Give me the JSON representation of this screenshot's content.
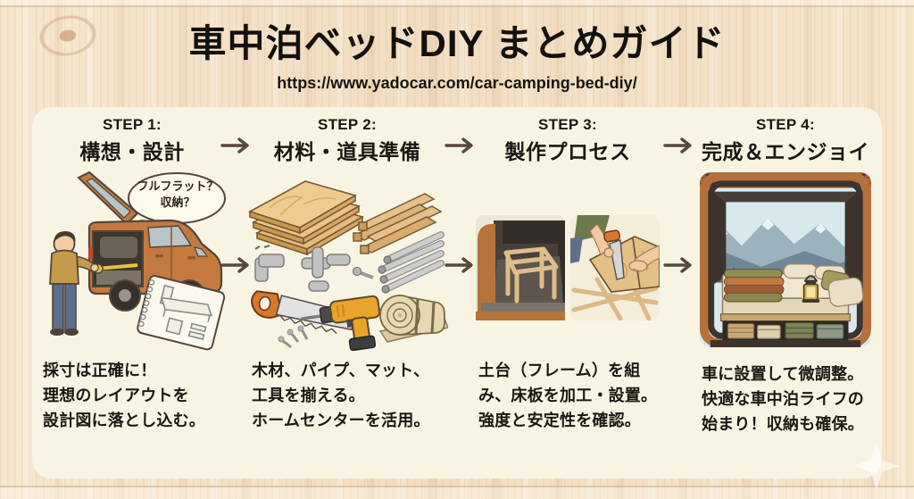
{
  "title": "車中泊ベッドDIY まとめガイド",
  "url": "https://www.yadocar.com/car-camping-bed-diy/",
  "steps": [
    {
      "label": "STEP 1:",
      "heading": "構想・設計",
      "bubble": "フルフラット？\n収納？",
      "description": "採寸は正確に！\n理想のレイアウトを\n設計図に落とし込む。",
      "illustration": "person-measuring-suv-trunk-with-tape-and-notebook-sketch"
    },
    {
      "label": "STEP 2:",
      "heading": "材料・道具準備",
      "description": "木材、パイプ、マット、\n工具を揃える。\nホームセンターを活用。",
      "illustration": "plywood-lumber-pipes-saw-drill-screws-and-mat-roll"
    },
    {
      "label": "STEP 3:",
      "heading": "製作プロセス",
      "description": "土台（フレーム）を組\nみ、床板を加工・設置。\n強度と安定性を確認。",
      "illustration": "wood-frame-in-trunk-and-sawing-floor-boards"
    },
    {
      "label": "STEP 4:",
      "heading": "完成＆エンジョイ",
      "description": "車に設置して微調整。\n快適な車中泊ライフの\n始まり！収納も確保。",
      "illustration": "finished-bed-pillows-lantern-and-under-bed-storage-in-car"
    }
  ],
  "colors": {
    "wood_background": "#f3e2c9",
    "panel": "#f8f4e3",
    "text": "#14110d",
    "arrow": "#57483a",
    "car_orange": "#c47a3e"
  }
}
